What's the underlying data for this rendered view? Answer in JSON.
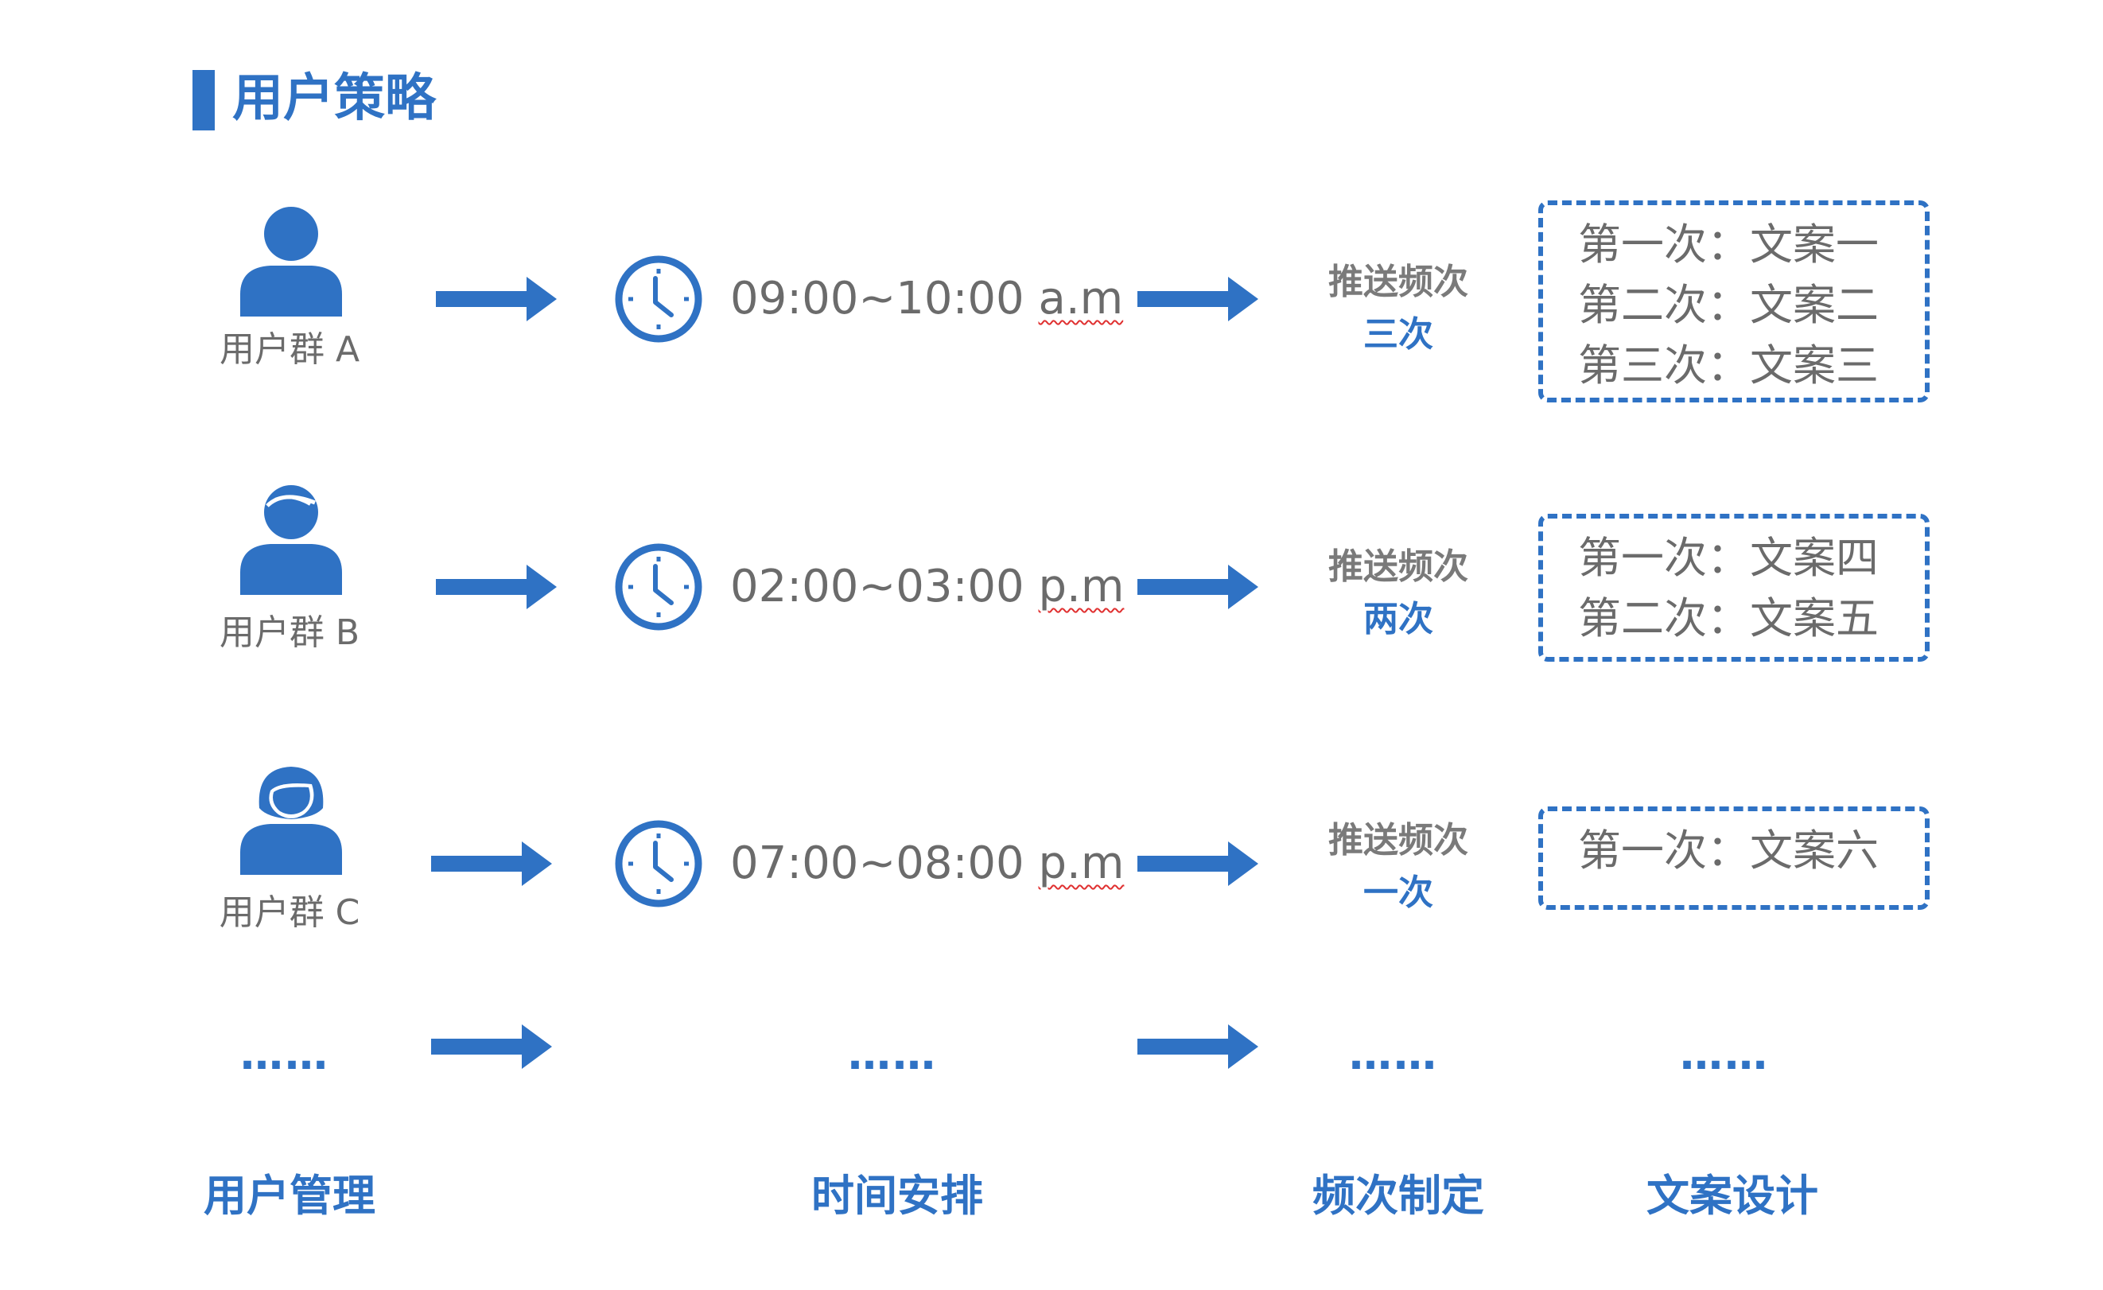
{
  "title": "用户策略",
  "rows": [
    {
      "group": "用户群 A",
      "time": "09:00~10:00 ",
      "time_suffix": "a.m",
      "freq_key": "推送频次",
      "freq_value": "三次",
      "copies": [
        "第一次：文案一",
        "第二次：文案二",
        "第三次：文案三"
      ]
    },
    {
      "group": "用户群 B",
      "time": "02:00~03:00 ",
      "time_suffix": "p.m",
      "freq_key": "推送频次",
      "freq_value": "两次",
      "copies": [
        "第一次：文案四",
        "第二次：文案五"
      ]
    },
    {
      "group": "用户群 C",
      "time": "07:00~08:00 ",
      "time_suffix": "p.m",
      "freq_key": "推送频次",
      "freq_value": "一次",
      "copies": [
        "第一次：文案六"
      ]
    }
  ],
  "ellipsis": "……",
  "stages": [
    "用户管理",
    "时间安排",
    "频次制定",
    "文案设计"
  ],
  "colors": {
    "accent": "#2f72c4",
    "text_gray": "#6b6b6b"
  },
  "icons": {
    "row1": "user-icon",
    "row2": "man-icon",
    "row3": "woman-icon",
    "clock": "clock-icon",
    "arrow": "arrow-right-icon"
  }
}
